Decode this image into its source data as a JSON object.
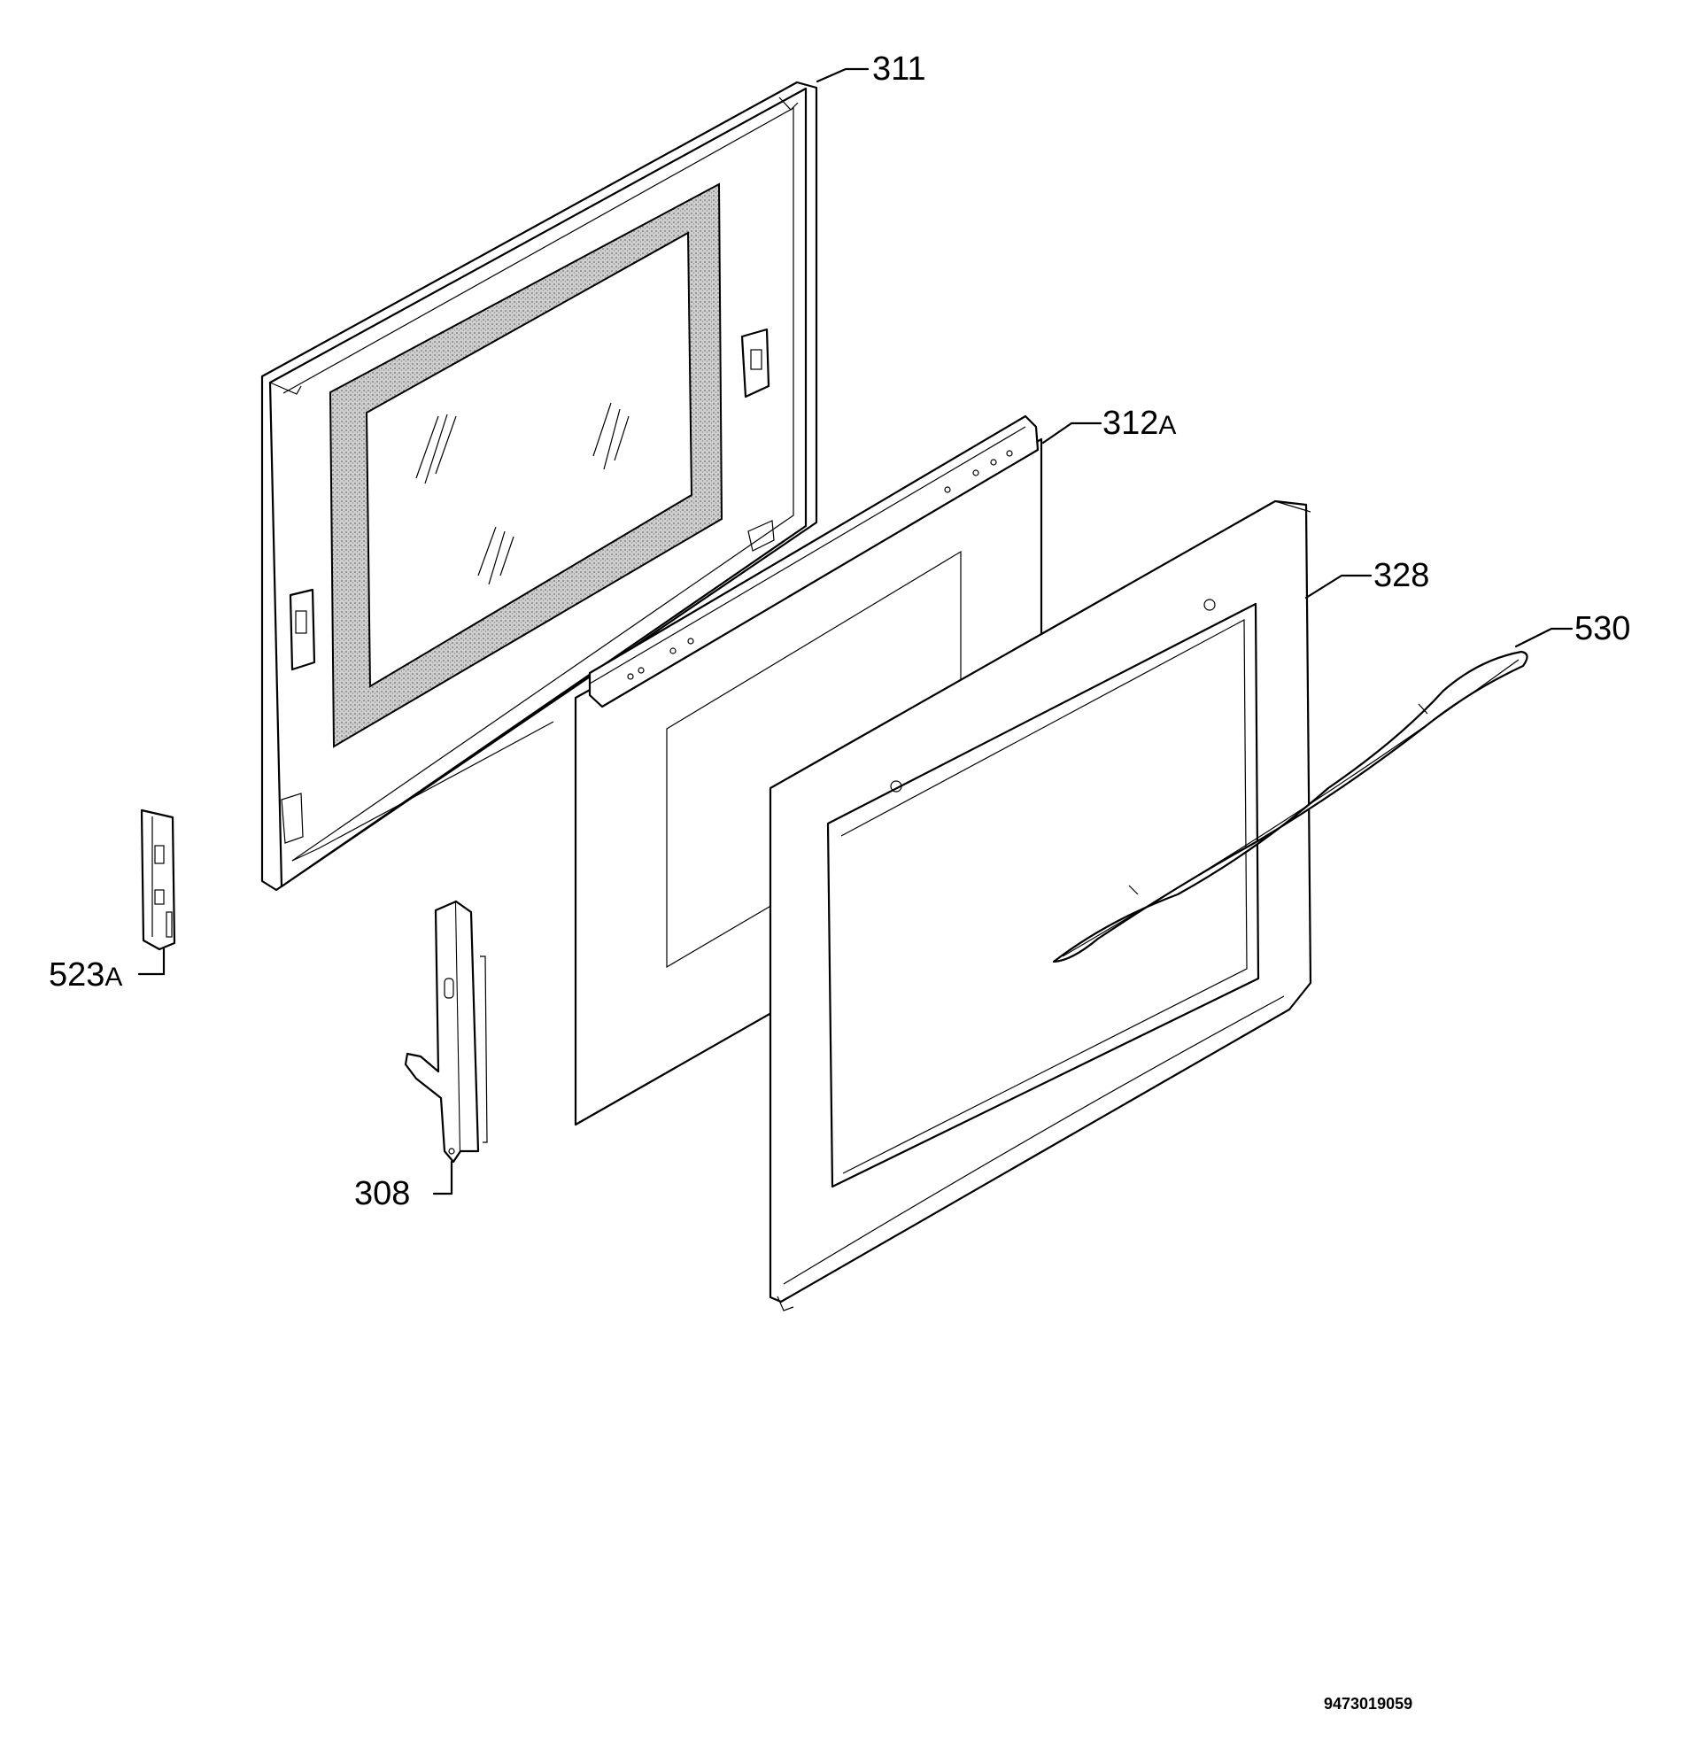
{
  "diagram": {
    "document_number": "9473019059",
    "parts": [
      {
        "id": "311",
        "label": "311",
        "suffix": ""
      },
      {
        "id": "312A",
        "label": "312",
        "suffix": "A"
      },
      {
        "id": "328",
        "label": "328",
        "suffix": ""
      },
      {
        "id": "530",
        "label": "530",
        "suffix": ""
      },
      {
        "id": "523A",
        "label": "523",
        "suffix": "A"
      },
      {
        "id": "308",
        "label": "308",
        "suffix": ""
      }
    ]
  }
}
